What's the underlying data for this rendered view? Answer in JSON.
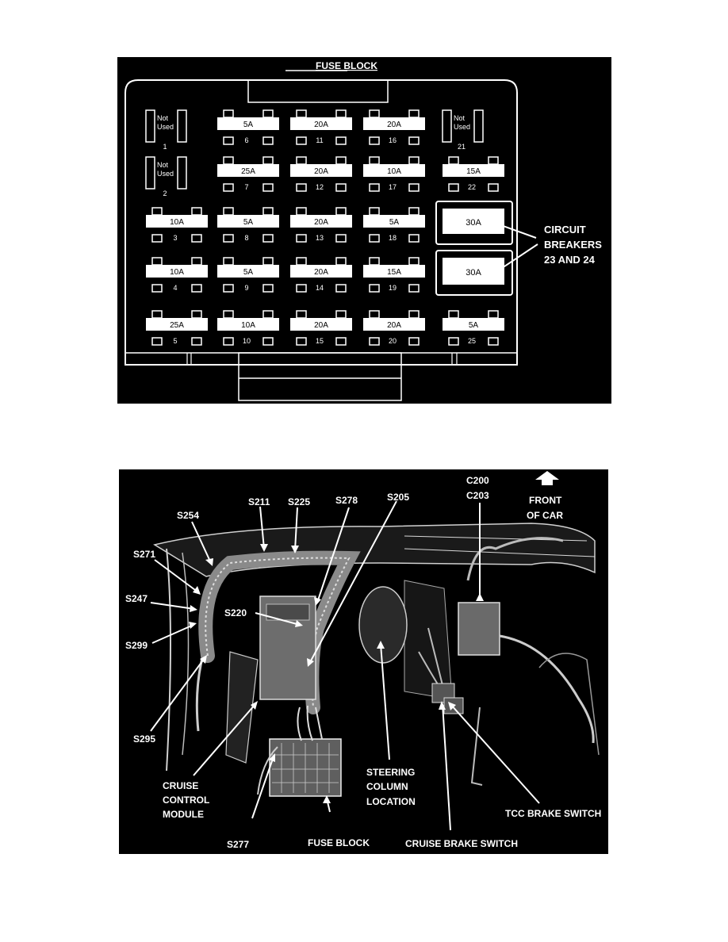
{
  "fuse_block": {
    "title": "FUSE BLOCK",
    "slots": [
      {
        "id": "1",
        "rating": "Not Used"
      },
      {
        "id": "2",
        "rating": "Not Used"
      },
      {
        "id": "3",
        "rating": "10A"
      },
      {
        "id": "4",
        "rating": "10A"
      },
      {
        "id": "5",
        "rating": "25A"
      },
      {
        "id": "6",
        "rating": "5A"
      },
      {
        "id": "7",
        "rating": "25A"
      },
      {
        "id": "8",
        "rating": "5A"
      },
      {
        "id": "9",
        "rating": "5A"
      },
      {
        "id": "10",
        "rating": "10A"
      },
      {
        "id": "11",
        "rating": "20A"
      },
      {
        "id": "12",
        "rating": "20A"
      },
      {
        "id": "13",
        "rating": "20A"
      },
      {
        "id": "14",
        "rating": "20A"
      },
      {
        "id": "15",
        "rating": "20A"
      },
      {
        "id": "16",
        "rating": "20A"
      },
      {
        "id": "17",
        "rating": "10A"
      },
      {
        "id": "18",
        "rating": "5A"
      },
      {
        "id": "19",
        "rating": "15A"
      },
      {
        "id": "20",
        "rating": "20A"
      },
      {
        "id": "21",
        "rating": "Not Used"
      },
      {
        "id": "22",
        "rating": "15A"
      },
      {
        "id": "25",
        "rating": "5A"
      }
    ],
    "circuit_breakers": {
      "ratings": [
        "30A",
        "30A"
      ],
      "label_line1": "CIRCUIT",
      "label_line2": "BREAKERS",
      "label_line3": "23 AND 24"
    }
  },
  "location_view": {
    "splices": {
      "s211": "S211",
      "s225": "S225",
      "s278": "S278",
      "s205": "S205",
      "s254": "S254",
      "s271": "S271",
      "s247": "S247",
      "s220": "S220",
      "s299": "S299",
      "s295": "S295",
      "s277": "S277"
    },
    "connectors": {
      "c200": "C200",
      "c203": "C203"
    },
    "front_line1": "FRONT",
    "front_line2": "OF CAR",
    "cruise_module": [
      "CRUISE",
      "CONTROL",
      "MODULE"
    ],
    "steering": [
      "STEERING",
      "COLUMN",
      "LOCATION"
    ],
    "fuse_block": "FUSE BLOCK",
    "tcc_switch": "TCC BRAKE SWITCH",
    "cruise_switch": "CRUISE BRAKE SWITCH"
  }
}
